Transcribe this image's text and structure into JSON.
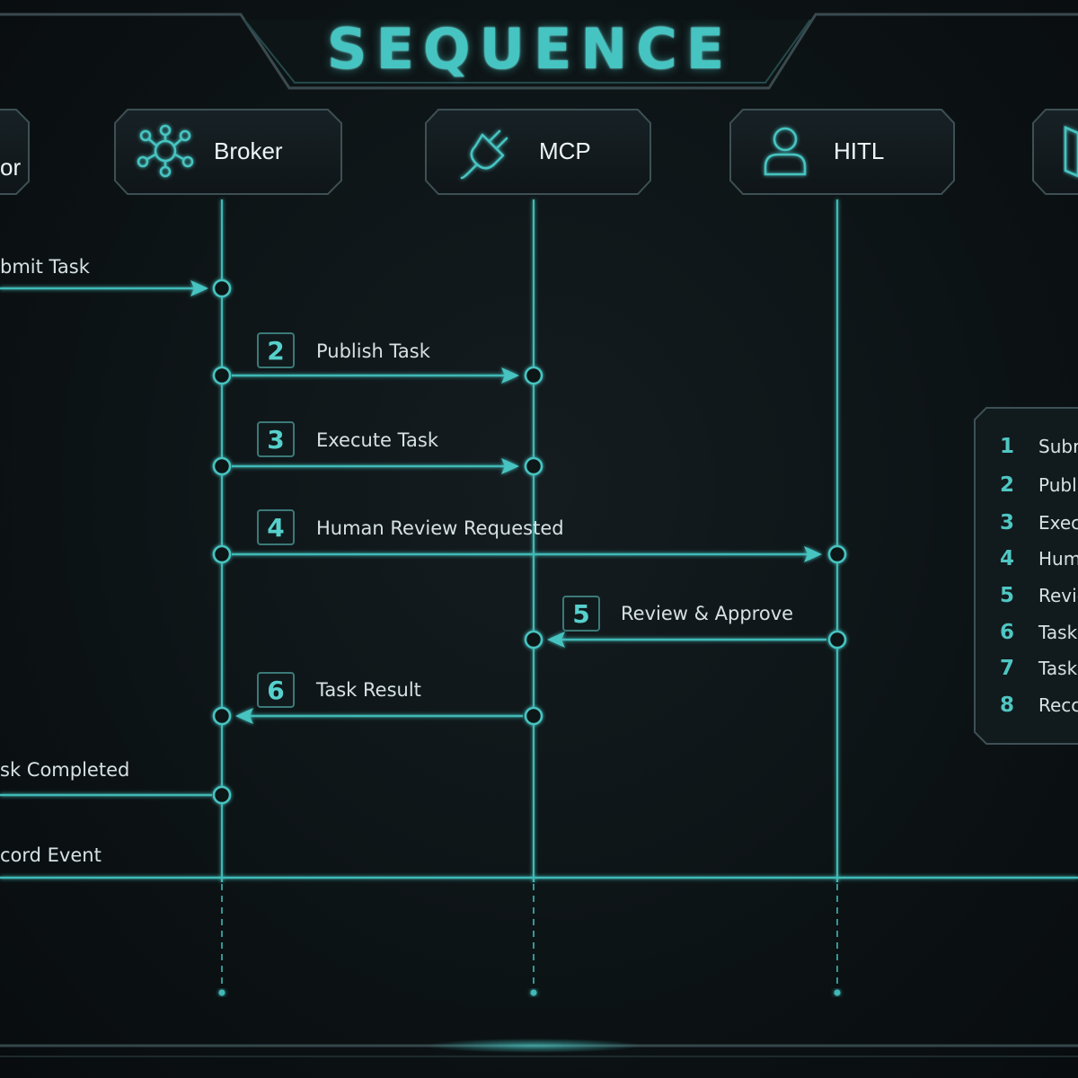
{
  "title": "SEQUENCE",
  "actors": [
    {
      "label": "or",
      "icon": "partial-actor-icon"
    },
    {
      "label": "Broker",
      "icon": "network-hub-icon"
    },
    {
      "label": "MCP",
      "icon": "plug-icon"
    },
    {
      "label": "HITL",
      "icon": "person-icon"
    },
    {
      "label": "",
      "icon": "shield-icon"
    }
  ],
  "messages": [
    {
      "step": "",
      "label": "bmit Task"
    },
    {
      "step": "2",
      "label": "Publish Task"
    },
    {
      "step": "3",
      "label": "Execute Task"
    },
    {
      "step": "4",
      "label": "Human Review Requested"
    },
    {
      "step": "5",
      "label": "Review & Approve"
    },
    {
      "step": "6",
      "label": "Task Result"
    },
    {
      "step": "",
      "label": "sk Completed"
    },
    {
      "step": "",
      "label": "cord Event"
    }
  ],
  "legend": [
    {
      "num": "1",
      "text": "Subr"
    },
    {
      "num": "2",
      "text": "Publ"
    },
    {
      "num": "3",
      "text": "Exec"
    },
    {
      "num": "4",
      "text": "Hum"
    },
    {
      "num": "5",
      "text": "Revie"
    },
    {
      "num": "6",
      "text": "Task"
    },
    {
      "num": "7",
      "text": "Task"
    },
    {
      "num": "8",
      "text": "Recc"
    }
  ],
  "colors": {
    "accent": "#46c4c1",
    "line": "#3fb9b6",
    "panel": "#121a1d",
    "text": "#d6e1e3"
  }
}
